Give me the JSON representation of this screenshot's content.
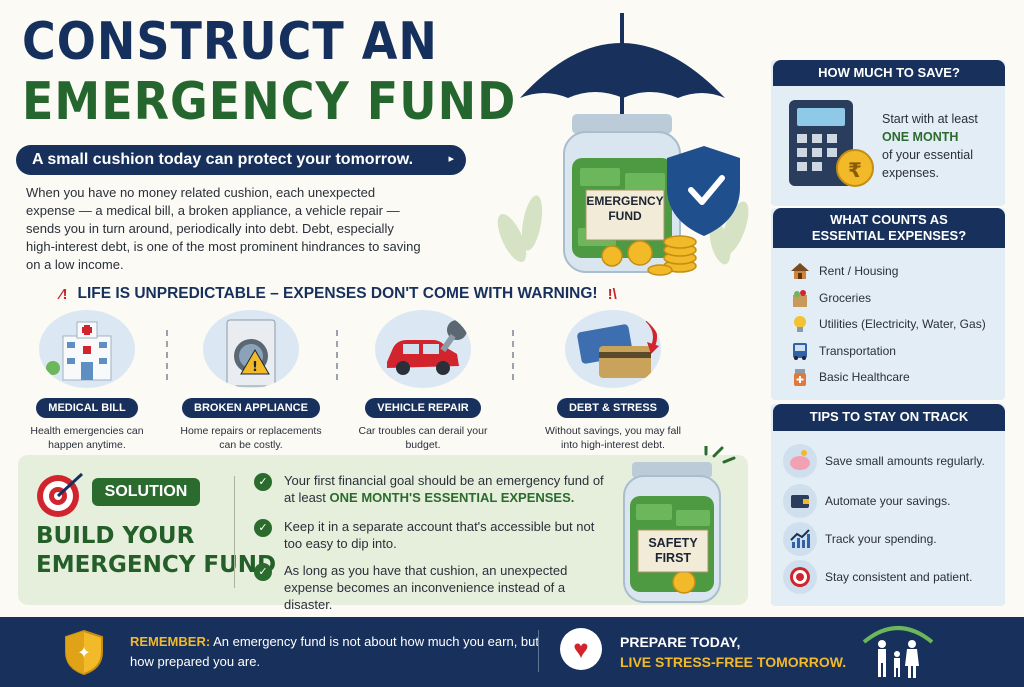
{
  "header": {
    "title_line1": "CONSTRUCT AN",
    "title_line2": "EMERGENCY FUND",
    "tagline": "A small cushion today can protect your tomorrow.",
    "intro": "When you have no money related cushion, each unexpected expense — a medical bill, a broken appliance, a vehicle repair — sends you in turn around, periodically into debt. Debt, especially high-interest debt, is one of the most prominent hindrances to saving on a low income."
  },
  "hero": {
    "jar_label_line1": "EMERGENCY",
    "jar_label_line2": "FUND"
  },
  "life": {
    "heading": "LIFE IS UNPREDICTABLE – EXPENSES DON'T COME WITH WARNING!",
    "cards": [
      {
        "label": "MEDICAL BILL",
        "desc": "Health emergencies can happen anytime."
      },
      {
        "label": "BROKEN APPLIANCE",
        "desc": "Home repairs or replacements can be costly."
      },
      {
        "label": "VEHICLE REPAIR",
        "desc": "Car troubles can derail your budget."
      },
      {
        "label": "DEBT & STRESS",
        "desc": "Without savings, you may fall into high-interest debt."
      }
    ]
  },
  "solution": {
    "badge": "SOLUTION",
    "heading_line1": "BUILD YOUR",
    "heading_line2": "EMERGENCY FUND",
    "point1_pre": "Your first financial goal should be an emergency fund of at least",
    "point1_hl": "ONE MONTH'S ESSENTIAL EXPENSES.",
    "point2": "Keep it in a separate account that's accessible but not too easy to dip into.",
    "point3": "As long as you have that cushion, an unexpected expense becomes an inconvenience instead of a disaster.",
    "jar_label_line1": "SAFETY",
    "jar_label_line2": "FIRST"
  },
  "save": {
    "heading": "HOW MUCH TO SAVE?",
    "line1": "Start with at least",
    "highlight": "ONE MONTH",
    "line2": "of your essential expenses.",
    "coin_symbol": "₹"
  },
  "essentials": {
    "heading_line1": "WHAT COUNTS AS",
    "heading_line2": "ESSENTIAL EXPENSES?",
    "items": [
      {
        "label": "Rent / Housing",
        "icon": "house-icon"
      },
      {
        "label": "Groceries",
        "icon": "grocery-bag-icon"
      },
      {
        "label": "Utilities (Electricity, Water, Gas)",
        "icon": "bulb-icon"
      },
      {
        "label": "Transportation",
        "icon": "bus-icon"
      },
      {
        "label": "Basic Healthcare",
        "icon": "medicine-icon"
      }
    ]
  },
  "tips": {
    "heading": "TIPS TO STAY ON TRACK",
    "items": [
      {
        "label": "Save small amounts regularly.",
        "icon": "piggy-bank-icon"
      },
      {
        "label": "Automate your savings.",
        "icon": "wallet-icon"
      },
      {
        "label": "Track your spending.",
        "icon": "chart-icon"
      },
      {
        "label": "Stay consistent and patient.",
        "icon": "target-icon"
      }
    ]
  },
  "footer": {
    "remember_label": "REMEMBER:",
    "remember_text": "An emergency fund is not about how much you earn, but how prepared you are.",
    "prepare_line1": "PREPARE TODAY,",
    "prepare_line2": "LIVE STRESS-FREE TOMORROW."
  },
  "colors": {
    "navy": "#17305c",
    "green": "#24662d",
    "gold": "#f2b928",
    "red": "#d1242d"
  }
}
